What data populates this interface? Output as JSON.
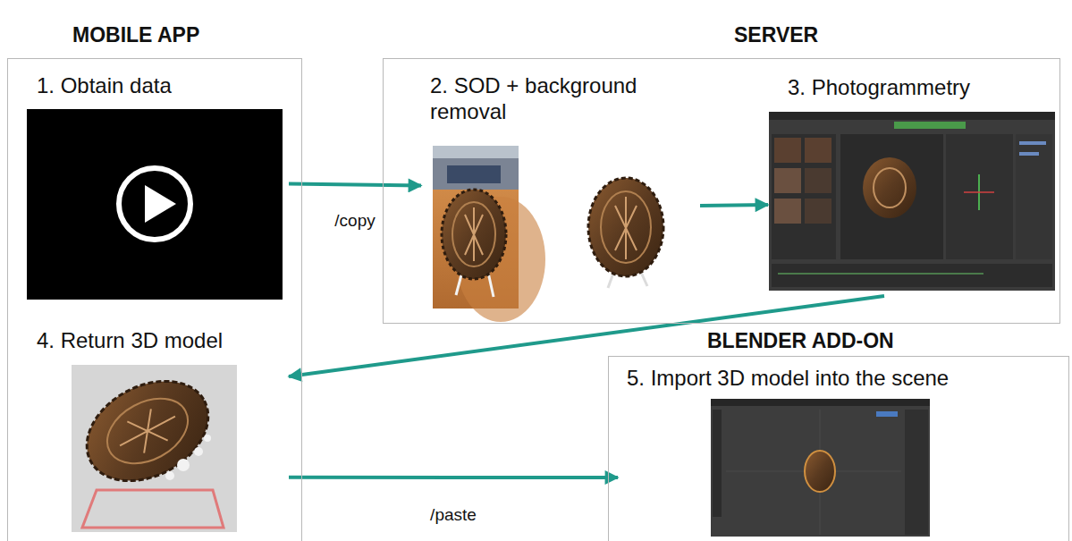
{
  "diagram": {
    "nodes": [
      {
        "text": [
          "MOBILE APP"
        ]
      },
      {
        "text": [
          "1. Obtain data"
        ],
        "in": 0
      },
      {
        "text": [
          "SERVER"
        ]
      },
      {
        "text": [
          "2. SOD + background removal"
        ],
        "in": 2
      },
      {
        "text": [
          "3. Photogrammetry"
        ],
        "in": 2
      },
      {
        "text": [
          "4. Return 3D model"
        ],
        "in": 0
      },
      {
        "text": [
          "BLENDER ADD-ON"
        ]
      },
      {
        "text": [
          "5. Import 3D model into the scene"
        ],
        "in": 6
      }
    ],
    "edges": [
      {
        "from": 1,
        "to": 3,
        "label": "/copy",
        "arrow": "to"
      },
      {
        "from": 3,
        "to": 4,
        "arrow": "to"
      },
      {
        "from": 4,
        "to": 5,
        "arrow": "to"
      },
      {
        "from": 5,
        "to": 7,
        "label": "/paste",
        "arrow": "to"
      }
    ]
  }
}
